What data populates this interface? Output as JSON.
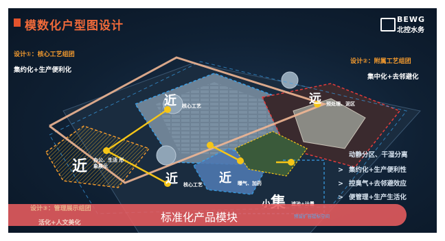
{
  "header": {
    "title": "模数化户型图设计"
  },
  "logo": {
    "en": "BEWG",
    "cn": "北控水务"
  },
  "groups": {
    "g1": {
      "title": "设计①：核心工艺组团",
      "subtitle": "集约化+生产便利化"
    },
    "g2": {
      "title": "设计②：附属工艺组团",
      "subtitle": "集中化+去邻避化"
    },
    "g3": {
      "title": "设计③：管理展示组团",
      "subtitle": "活化+人文美化"
    }
  },
  "zones": {
    "core_top": {
      "char": "近",
      "label": "核心工艺"
    },
    "pre": {
      "char": "远",
      "label": "预处理、泥区"
    },
    "office": {
      "char": "近",
      "label": "办公、生活 形象展示"
    },
    "core_bottom": {
      "char": "近",
      "label": "核心工艺"
    },
    "aeration": {
      "char": "近",
      "label": "曝气、加药"
    },
    "small": {
      "prefix": "小",
      "char": "集",
      "label": "滤池+计量"
    }
  },
  "principles": {
    "title": "动静分区、干湿分离",
    "items": [
      "集约化+生产便利性",
      "控臭气+去邻避效应",
      "便管理+生产生活化"
    ]
  },
  "banner": {
    "text": "标准化产品模块",
    "note": "预留扩容提标空间"
  },
  "colors": {
    "accent": "#f06a3a",
    "orange": "#f39a2e",
    "banner": "#e85c5e",
    "blue_dash": "#3aa0e8",
    "red_dash": "#e23c3c",
    "yellow": "#f5c518"
  }
}
